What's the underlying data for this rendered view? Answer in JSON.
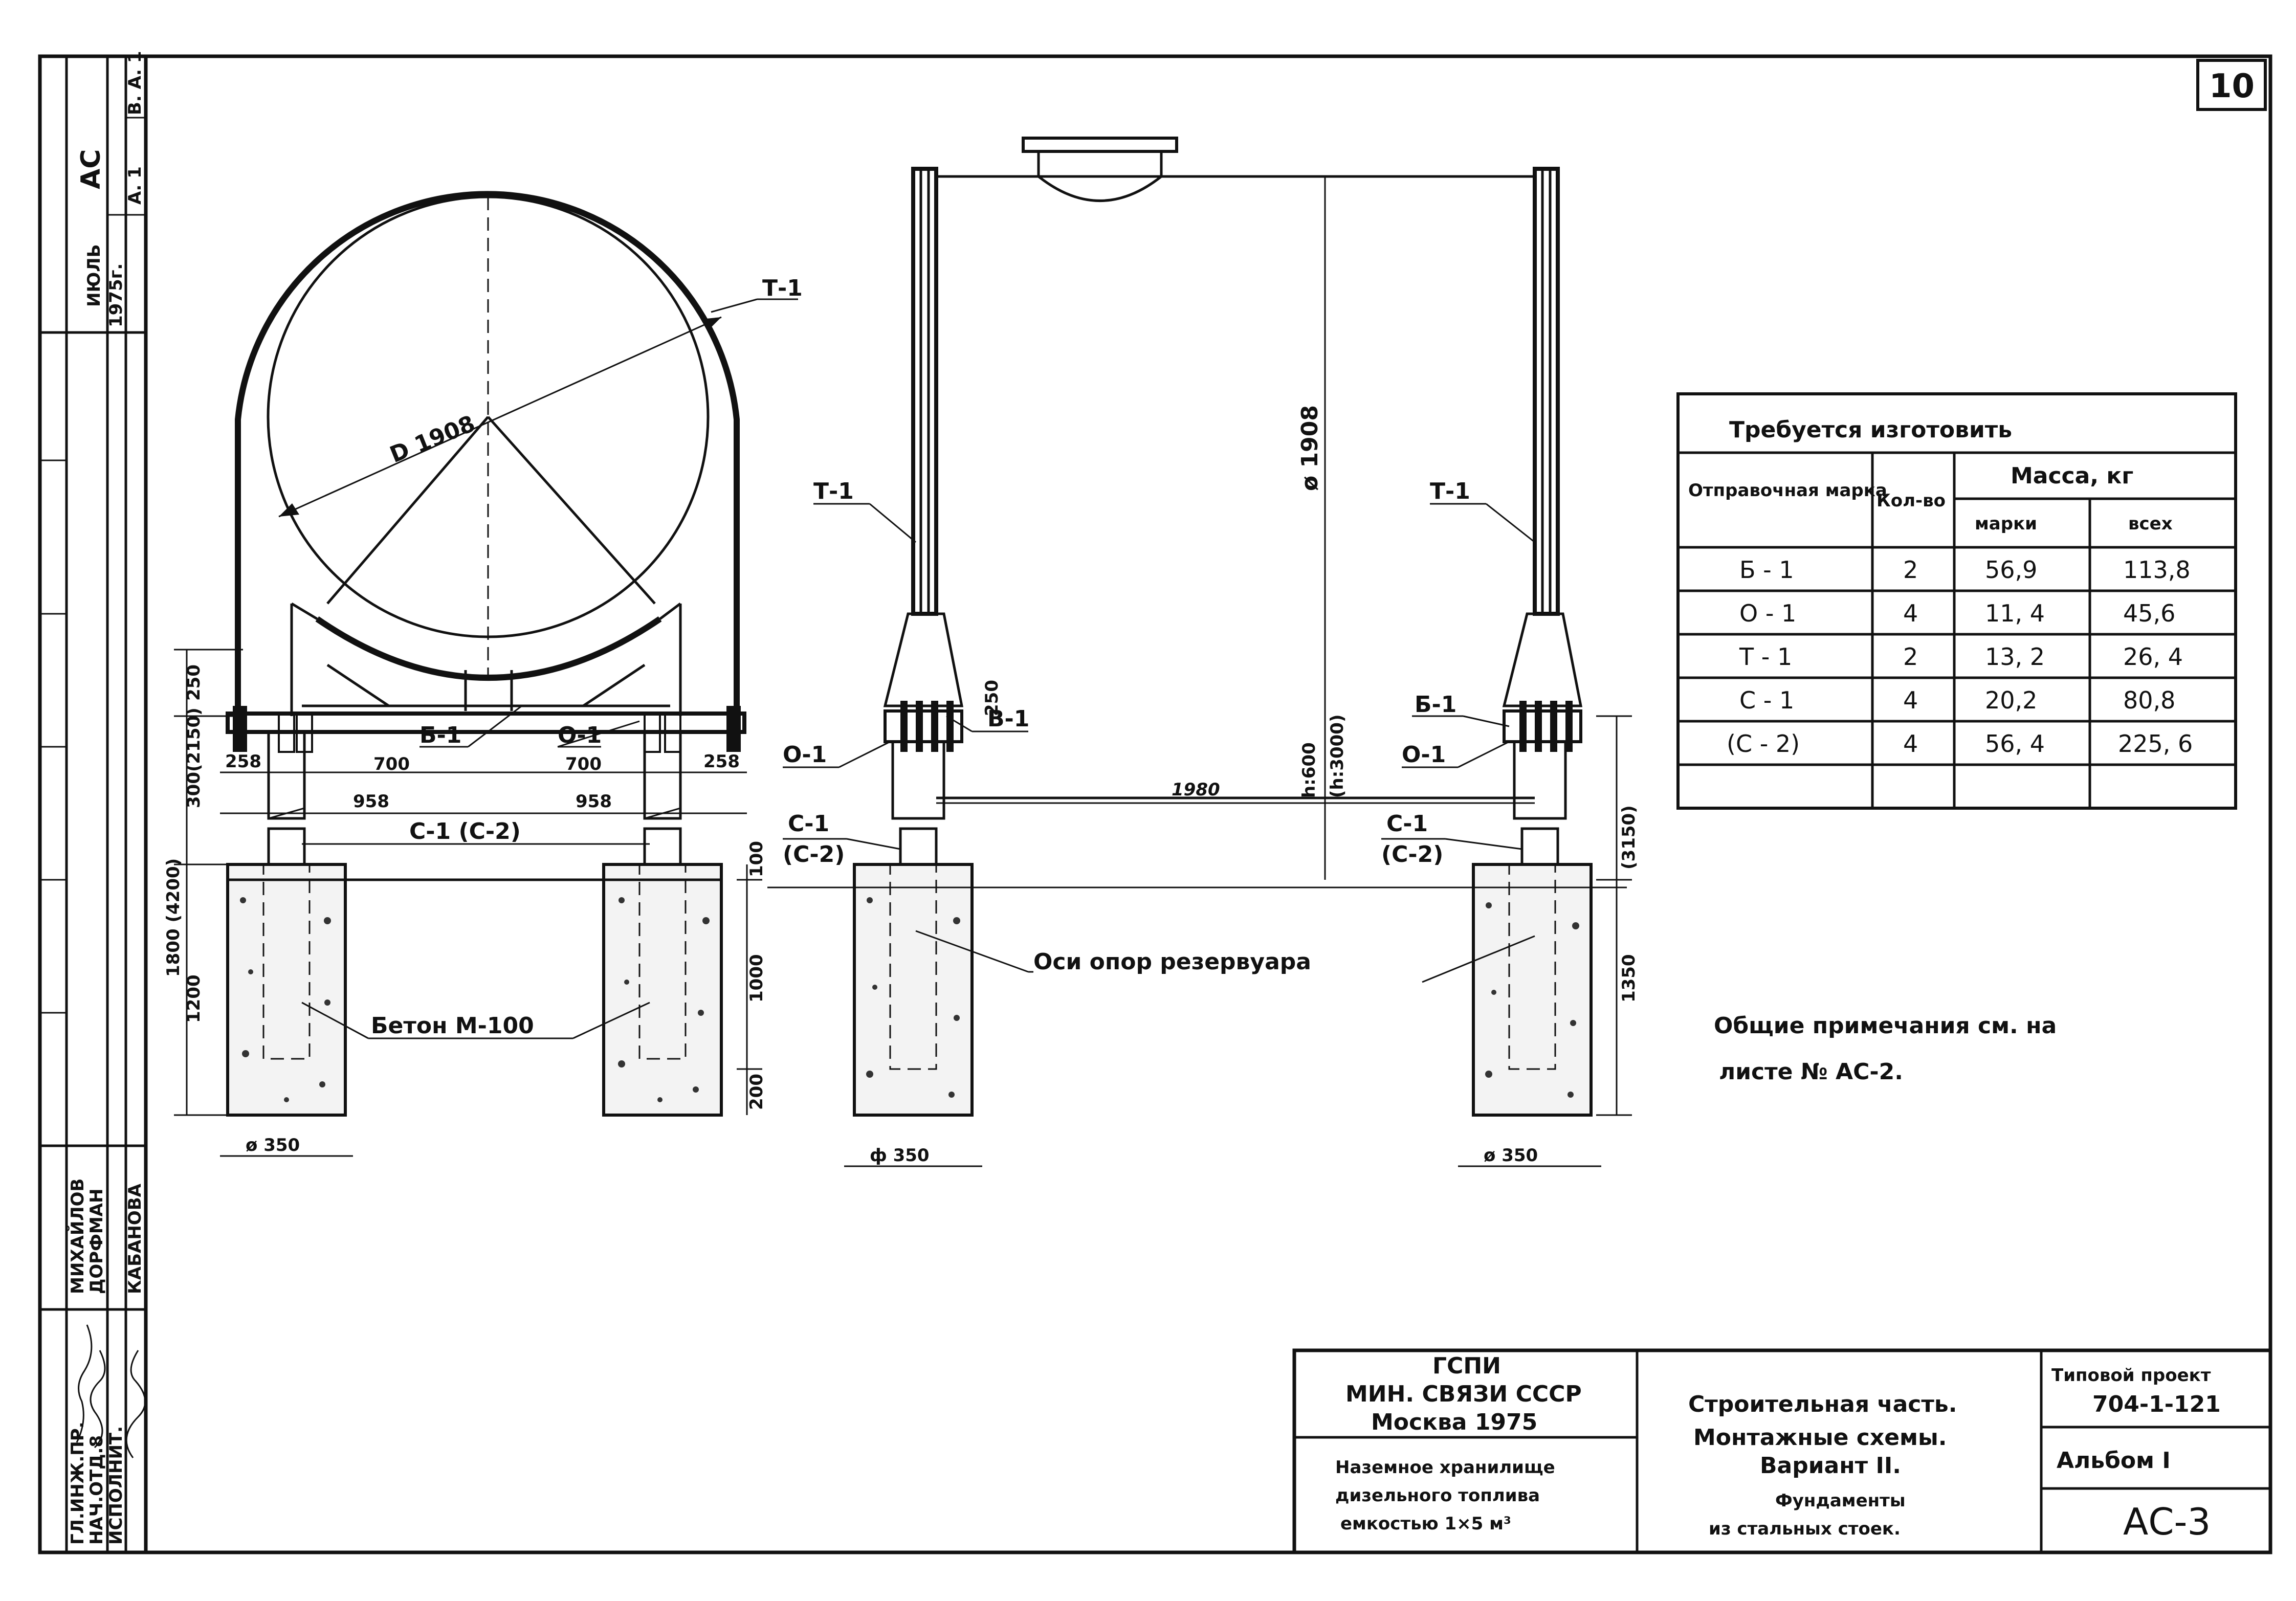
{
  "sheet_number": "10",
  "stamp_vertical": {
    "top_strip": [
      "АС",
      "ИЮЛЬ",
      "1975г.",
      "А. 1",
      "В. А. 1"
    ],
    "roles": [
      "ГЛ.ИНЖ.ПР.",
      "НАЧ.ОТД.8",
      "ИСПОЛНИТ."
    ],
    "names": [
      "МИХАЙЛОВ",
      "ДОРФМАН",
      "КАБАНОВА"
    ]
  },
  "left_view": {
    "diameter": "D 1908",
    "label_t1": "Т-1",
    "label_b1": "Б-1",
    "label_o1": "О-1",
    "label_c1": "С-1 (С-2)",
    "label_beton": "Бетон М-100",
    "dims": {
      "d250": "250",
      "d300": "300(2150)",
      "d258a": "258",
      "d258b": "258",
      "d700a": "700",
      "d700b": "700",
      "d958a": "958",
      "d958b": "958",
      "d1800": "1800 (4200)",
      "d1200": "1200",
      "d100": "100",
      "d1000": "1000",
      "d200": "200",
      "phi350": "ø 350"
    }
  },
  "side_view": {
    "label_t1_left": "Т-1",
    "label_t1_right": "Т-1",
    "label_b1_left": "В-1",
    "label_b1_right": "Б-1",
    "label_o1_left": "О-1",
    "label_o1_right": "О-1",
    "label_c1_left": "С-1",
    "label_c2_left": "(С-2)",
    "label_c1_right": "С-1",
    "label_c2_right": "(С-2)",
    "diameter": "ø 1908",
    "h600": "h:600",
    "h3000": "(h:3000)",
    "d1980": "1980",
    "d250": "250",
    "d3150": "(3150)",
    "d1350": "1350",
    "axis_label": "Оси опор резервуара",
    "phi350_left": "ф 350",
    "phi350_right": "ø 350"
  },
  "spec_table": {
    "title": "Требуется изготовить",
    "col_mark": "Отправочная марка",
    "col_qty": "Кол-во",
    "col_mass": "Масса, кг",
    "col_mass_mark": "марки",
    "col_mass_all": "всех",
    "rows": [
      {
        "mark": "Б - 1",
        "qty": "2",
        "m1": "56,9",
        "m2": "113,8"
      },
      {
        "mark": "О - 1",
        "qty": "4",
        "m1": "11, 4",
        "m2": "45,6"
      },
      {
        "mark": "Т - 1",
        "qty": "2",
        "m1": "13, 2",
        "m2": "26, 4"
      },
      {
        "mark": "С - 1",
        "qty": "4",
        "m1": "20,2",
        "m2": "80,8"
      },
      {
        "mark": "(С - 2)",
        "qty": "4",
        "m1": "56, 4",
        "m2": "225, 6"
      }
    ]
  },
  "notes": {
    "line1": "Общие примечания см. на",
    "line2": "листе № АС-2."
  },
  "title_block": {
    "org1": "ГСПИ",
    "org2": "МИН. СВЯЗИ СССР",
    "org3": "Москва 1975",
    "obj1": "Наземное хранилище",
    "obj2": "дизельного топлива",
    "obj3": "емкостью 1×5 м³",
    "part1": "Строительная часть.",
    "part2": "Монтажные схемы.",
    "part3": "Вариант II.",
    "part4": "Фундаменты",
    "part5": "из стальных стоек.",
    "proj_label": "Типовой проект",
    "proj_no": "704-1-121",
    "album": "Альбом I",
    "sheet_code": "АС-3"
  }
}
